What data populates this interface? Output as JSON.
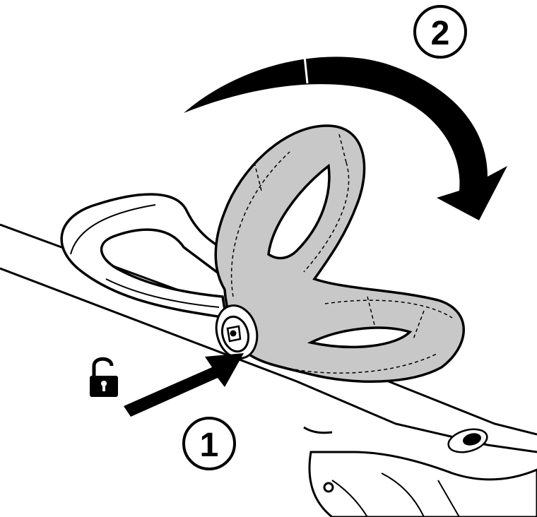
{
  "steps": [
    {
      "number": "1",
      "action": "push-button-unlock"
    },
    {
      "number": "2",
      "action": "rotate-handle-down"
    }
  ],
  "icons": {
    "unlock": "open-padlock-icon",
    "push_arrow": "push-arrow-icon",
    "rotate_arrow": "curved-rotate-arrow-icon"
  },
  "colors": {
    "line": "#000000",
    "handle_fill": "#c8c8c8",
    "background": "#ffffff"
  }
}
